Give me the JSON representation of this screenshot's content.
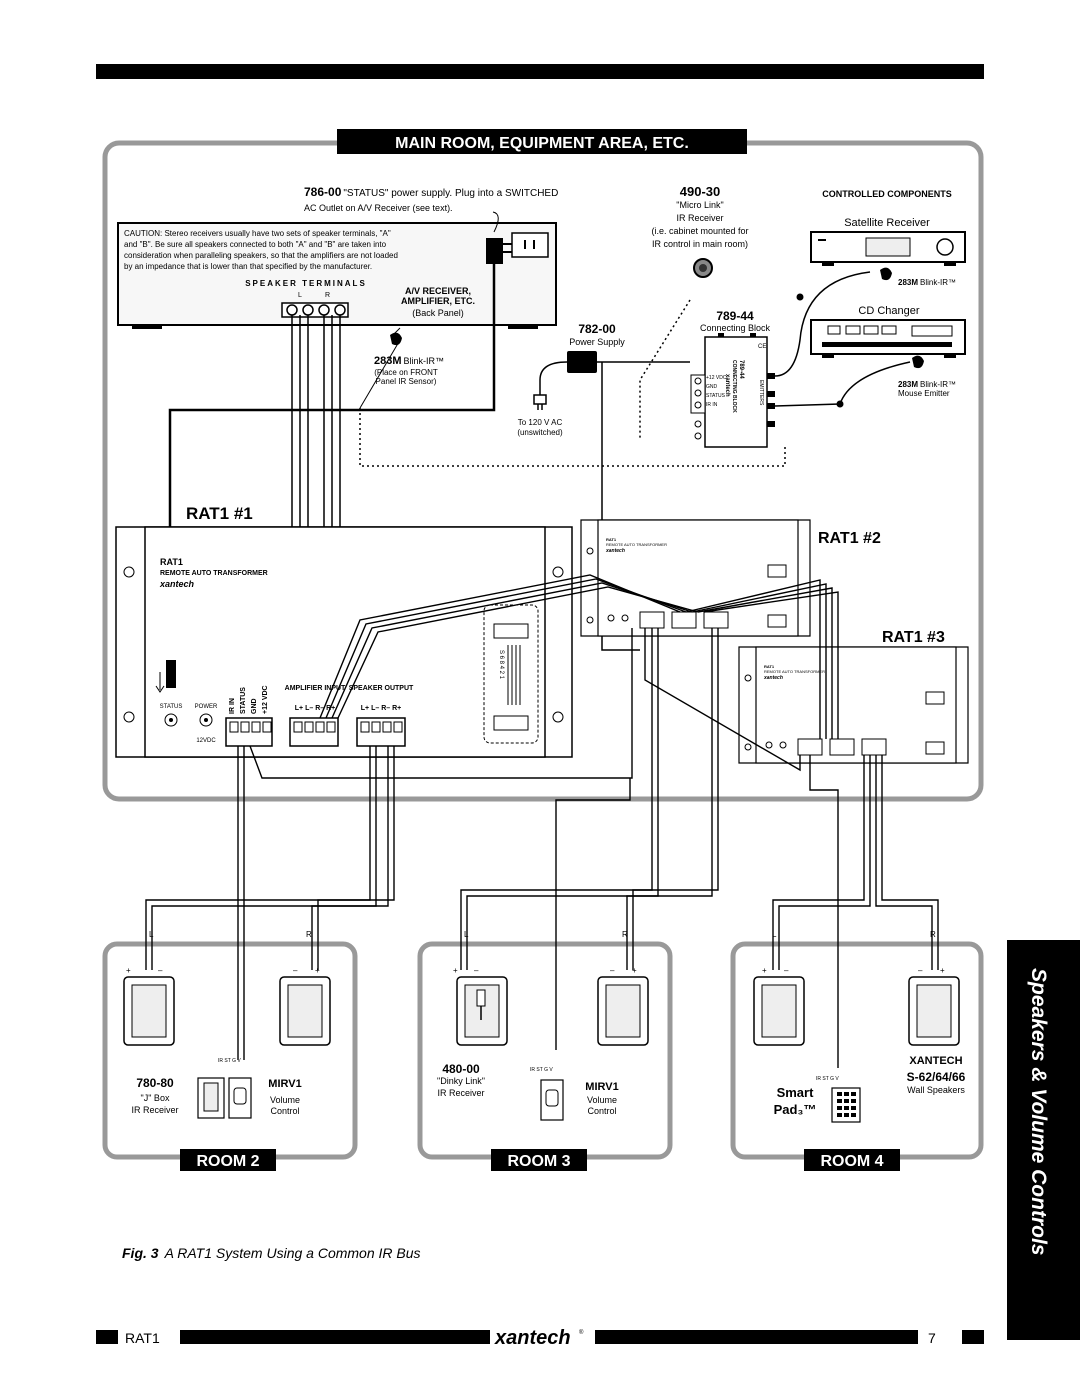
{
  "main_title": "MAIN ROOM, EQUIPMENT AREA, ETC.",
  "caution": {
    "lines": [
      "CAUTION: Stereo receivers usually have two sets of speaker terminals, \"A\"",
      "and \"B\".  Be sure all speakers connected to both \"A\" and \"B\" are taken into",
      "consideration when paralleling speakers, so that the amplifiers are not loaded",
      "by an impedance that is lower than that specified by the manufacturer."
    ]
  },
  "receiver": {
    "speaker_terminals": "SPEAKER TERMINALS",
    "lr_l": "L",
    "lr_r": "R",
    "name_1": "A/V RECEIVER,",
    "name_2": "AMPLIFIER, ETC.",
    "back_panel": "(Back Panel)"
  },
  "ps786": {
    "part": "786-00",
    "line1": "\"STATUS\" power supply.  Plug into a SWITCHED",
    "line2": "AC Outlet on A/V Receiver (see text)."
  },
  "emitter_front": {
    "part": "283M",
    "name": "Blink-IR™",
    "note_1": "(Place on FRONT",
    "note_2": "Panel IR Sensor)"
  },
  "ps782": {
    "part": "782-00",
    "name": "Power Supply",
    "ac_1": "To 120 V AC",
    "ac_2": "(unswitched)"
  },
  "micro_link": {
    "part": "490-30",
    "name": "\"Micro Link\"",
    "type": "IR Receiver",
    "note_1": "(i.e. cabinet mounted for",
    "note_2": "IR control in main room)"
  },
  "connecting_block": {
    "part": "789-44",
    "name": "Connecting Block",
    "body_1": "789-44",
    "body_2": "CONNECTING BLOCK",
    "brand": "xantech",
    "ports": [
      "+12 VDC",
      "GND",
      "STATUS",
      "IR IN"
    ],
    "emitters": "EMITTERS",
    "ce": "CE"
  },
  "controlled": {
    "heading": "CONTROLLED COMPONENTS",
    "sat": "Satellite Receiver",
    "cd": "CD Changer",
    "em1_part": "283M",
    "em1_name": "Blink-IR™",
    "em2_part": "283M",
    "em2_name": "Blink-IR™",
    "em2_note": "Mouse Emitter"
  },
  "rat1": {
    "label_1": "RAT1  #1",
    "label_2": "RAT1  #2",
    "label_3": "RAT1  #3",
    "panel_name": "RAT1",
    "panel_sub": "REMOTE AUTO TRANSFORMER",
    "panel_brand": "xantech",
    "status": "STATUS",
    "power": "POWER",
    "vdc": "12VDC",
    "ir_labels": [
      "IR IN",
      "STATUS",
      "GND",
      "+12 VDC"
    ],
    "amp_input": "AMPLIFIER INPUT",
    "amp_terms": "L+ L–  R– R+",
    "spk_output": "SPEAKER OUTPUT",
    "spk_terms": "L+ L– R– R+",
    "taps": "S 6 8 4 2 1"
  },
  "rooms": [
    {
      "label": "ROOM 2",
      "l": "L",
      "r": "R",
      "plus": "+",
      "minus": "–",
      "rcv_part": "780-80",
      "rcv_name": "\"J\" Box",
      "rcv_type": "IR Receiver",
      "ctl_part": "MIRV1",
      "ctl_name": "Volume",
      "ctl_type": "Control",
      "bus": "IR ST G V"
    },
    {
      "label": "ROOM 3",
      "l": "L",
      "r": "R",
      "plus": "+",
      "minus": "–",
      "rcv_part": "480-00",
      "rcv_name": "\"Dinky Link\"",
      "rcv_type": "IR Receiver",
      "ctl_part": "MIRV1",
      "ctl_name": "Volume",
      "ctl_type": "Control",
      "bus": "IR ST G V"
    },
    {
      "label": "ROOM 4",
      "l": "L",
      "r": "R",
      "plus": "+",
      "minus": "–",
      "brand": "XANTECH",
      "spk_part": "S-62/64/66",
      "spk_name": "Wall Speakers",
      "pad_1": "Smart",
      "pad_2": "Pad₃™",
      "bus": "IR ST G V"
    }
  ],
  "caption": {
    "fig": "Fig. 3",
    "text": "A RAT1 System Using a Common IR Bus"
  },
  "side_tab": "Speakers & Volume Controls",
  "footer": {
    "model": "RAT1",
    "brand": "xantech",
    "page": "7"
  }
}
